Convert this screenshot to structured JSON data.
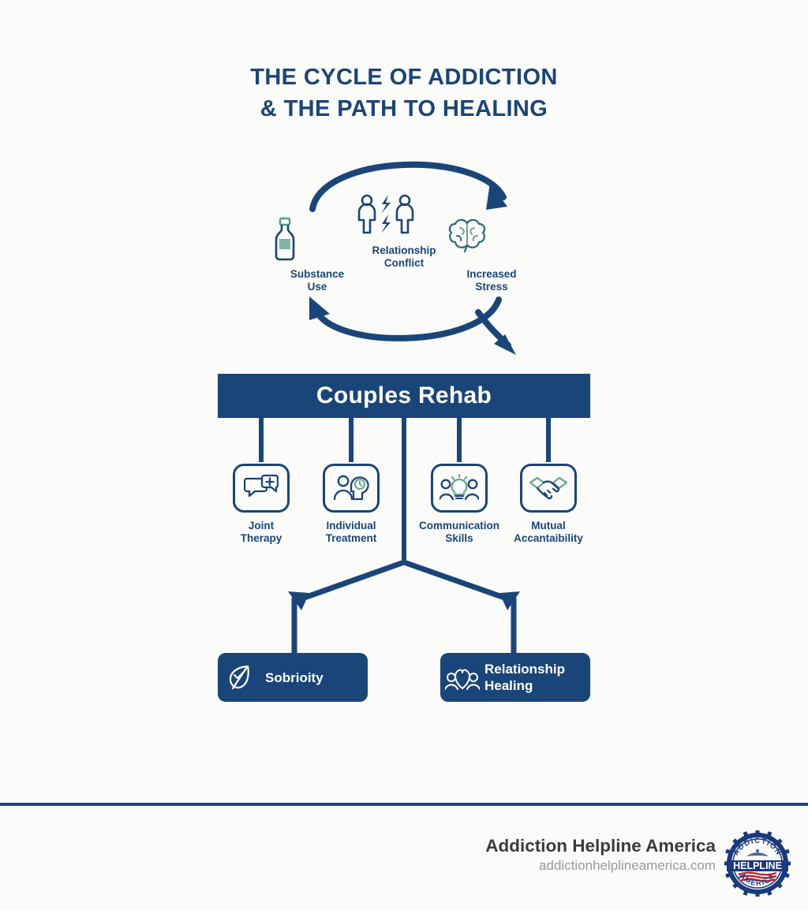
{
  "title": {
    "line1": "THE CYCLE OF ADDICTION",
    "line2": "& THE PATH TO HEALING"
  },
  "colors": {
    "navy": "#1a4578",
    "green": "#6aa890",
    "teal": "#4d9b8f",
    "divider_blue": "#21409a",
    "background": "#fbfbfa",
    "white": "#ffffff"
  },
  "cycle": {
    "nodes": [
      {
        "id": "substance-use",
        "label_line1": "Substance",
        "label_line2": "Use",
        "icon": "bottle-icon"
      },
      {
        "id": "relationship-conflict",
        "label_line1": "Relationship",
        "label_line2": "Conflict",
        "icon": "people-conflict-icon"
      },
      {
        "id": "increased-stress",
        "label_line1": "Increased",
        "label_line2": "Stress",
        "icon": "brain-icon"
      }
    ],
    "arrows": [
      {
        "id": "top-arc-arrow",
        "direction": "left-to-right"
      },
      {
        "id": "bottom-arc-arrow",
        "direction": "right-to-left"
      },
      {
        "id": "exit-arrow",
        "direction": "down-right"
      }
    ]
  },
  "banner": {
    "label": "Couples Rehab"
  },
  "services": [
    {
      "id": "joint-therapy",
      "label_line1": "Joint",
      "label_line2": "Therapy",
      "icon": "speech-bubbles-plus-icon"
    },
    {
      "id": "individual-treatment",
      "label_line1": "Individual",
      "label_line2": "Treatment",
      "icon": "person-head-mind-icon"
    },
    {
      "id": "communication-skills",
      "label_line1": "Communication",
      "label_line2": "Skills",
      "icon": "people-lightbulb-icon"
    },
    {
      "id": "mutual-accountability",
      "label_line1": "Mutual",
      "label_line2": "Accantaibility",
      "icon": "handshake-icon"
    }
  ],
  "outcomes": [
    {
      "id": "sobriety",
      "label_line1": "Sobrioity",
      "label_line2": "",
      "icon": "leaf-check-icon"
    },
    {
      "id": "relationship-healing",
      "label_line1": "Relationship",
      "label_line2": "Healing",
      "icon": "family-heart-icon"
    }
  ],
  "footer": {
    "brand_name": "Addiction Helpline America",
    "website": "addictionhelplineamerica.com",
    "logo": {
      "top_text": "ADDICTION",
      "center_text": "HELPLINE",
      "bottom_text": "AMERICA"
    }
  }
}
